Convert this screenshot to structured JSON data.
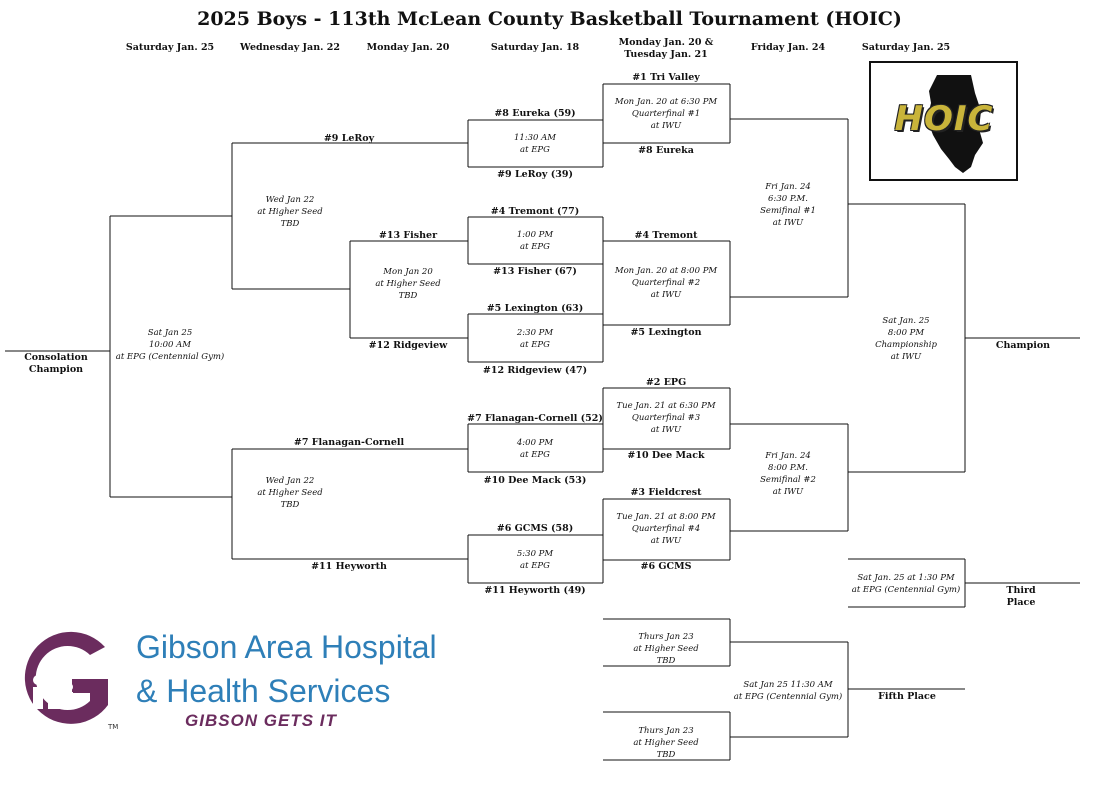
{
  "title": "2025 Boys - 113th McLean County Basketball Tournament (HOIC)",
  "days": [
    "Saturday Jan. 25",
    "Wednesday Jan. 22",
    "Monday Jan. 20",
    "Saturday Jan. 18",
    "Monday Jan. 20 &\nTuesday Jan. 21",
    "Friday Jan. 24",
    "Saturday Jan. 25"
  ],
  "logo": {
    "text": "HOIC",
    "accent": "#c9b43a"
  },
  "sponsor": {
    "line1": "Gibson Area Hospital",
    "line2": "& Health Services",
    "slogan": "GIBSON GETS IT",
    "tm": "TM",
    "purple": "#6b2c5e",
    "blue": "#2e7fb8"
  },
  "teams": {
    "tri_valley": "#1 Tri Valley",
    "eureka_59": "#8 Eureka (59)",
    "leroy": "#9 LeRoy",
    "leroy_39": "#9 LeRoy (39)",
    "eureka": "#8 Eureka",
    "tremont_77": "#4 Tremont (77)",
    "fisher": "#13 Fisher",
    "tremont": "#4 Tremont",
    "fisher_67": "#13 Fisher (67)",
    "lexington_63": "#5 Lexington (63)",
    "lexington": "#5 Lexington",
    "ridgeview": "#12 Ridgeview",
    "ridgeview_47": "#12 Ridgeview (47)",
    "epg": "#2 EPG",
    "flan_52": "#7 Flanagan-Cornell (52)",
    "flan": "#7 Flanagan-Cornell",
    "dee_mack": "#10 Dee Mack",
    "dee_mack_53": "#10 Dee Mack (53)",
    "fieldcrest": "#3 Fieldcrest",
    "gcms_58": "#6 GCMS (58)",
    "gcms": "#6 GCMS",
    "heyworth": "#11 Heyworth",
    "heyworth_49": "#11 Heyworth (49)",
    "consolation": "Consolation\nChampion",
    "champion": "Champion",
    "third": "Third\nPlace",
    "fifth": "Fifth Place"
  },
  "games": {
    "g1": "11:30 AM\nat EPG",
    "g2": "1:00 PM\nat EPG",
    "g3": "2:30 PM\nat EPG",
    "g4": "4:00 PM\nat EPG",
    "g5": "5:30 PM\nat EPG",
    "qf1": "Mon Jan. 20 at 6:30 PM\nQuarterfinal #1\nat IWU",
    "qf2": "Mon Jan. 20 at 8:00 PM\nQuarterfinal #2\nat IWU",
    "qf3": "Tue Jan. 21 at 6:30 PM\nQuarterfinal #3\nat IWU",
    "qf4": "Tue Jan. 21 at 8:00 PM\nQuarterfinal #4\nat IWU",
    "sf1": "Fri Jan. 24\n6:30 P.M.\nSemifinal #1\nat IWU",
    "sf2": "Fri Jan. 24\n8:00 P.M.\nSemifinal #2\nat IWU",
    "champ": "Sat Jan. 25\n8:00 PM\nChampionship\nat IWU",
    "third": "Sat Jan. 25 at 1:30 PM\nat EPG (Centennial Gym)",
    "c_wed1": "Wed Jan 22\nat Higher Seed\nTBD",
    "c_mon": "Mon Jan 20\nat Higher Seed\nTBD",
    "c_wed2": "Wed Jan 22\nat Higher Seed\nTBD",
    "c_final": "Sat Jan 25\n10:00 AM\nat EPG (Centennial Gym)",
    "thurs1": "Thurs Jan 23\nat Higher Seed\nTBD",
    "thurs2": "Thurs Jan 23\nat Higher Seed\nTBD",
    "fifth": "Sat Jan 25 11:30 AM\nat EPG (Centennial Gym)"
  }
}
